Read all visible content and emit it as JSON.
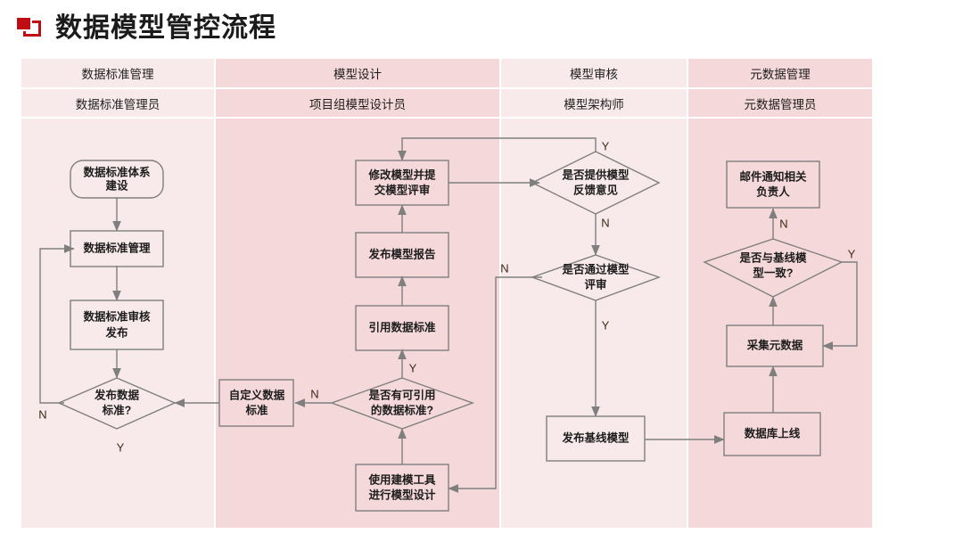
{
  "header": {
    "title": "数据模型管控流程",
    "brand_icon": "two-squares-logo-icon",
    "brand_color": "#c00d13"
  },
  "colors": {
    "lane_light": "#f8eaea",
    "lane_dark": "#f5d8da",
    "node_stroke": "#7f7f7f",
    "text": "#1c1c1c",
    "label": "#3a2a14"
  },
  "swimlanes": {
    "columns": [
      {
        "phase": "数据标准管理",
        "role": "数据标准管理员",
        "shade": "light"
      },
      {
        "phase": "模型设计",
        "role": "项目组模型设计员",
        "shade": "dark"
      },
      {
        "phase": "模型审核",
        "role": "模型架构师",
        "shade": "light"
      },
      {
        "phase": "元数据管理",
        "role": "元数据管理员",
        "shade": "dark"
      }
    ]
  },
  "chart_data": {
    "type": "diagram",
    "diagram_kind": "swimlane-flowchart",
    "title": "数据模型管控流程",
    "lanes": [
      "数据标准管理",
      "模型设计",
      "模型审核",
      "元数据管理"
    ],
    "lane_roles": [
      "数据标准管理员",
      "项目组模型设计员",
      "模型架构师",
      "元数据管理员"
    ],
    "nodes": [
      {
        "id": "n1",
        "lane": 0,
        "shape": "rounded",
        "text_lines": [
          "数据标准体系",
          "建设"
        ]
      },
      {
        "id": "n2",
        "lane": 0,
        "shape": "process",
        "text_lines": [
          "数据标准管理"
        ]
      },
      {
        "id": "n3",
        "lane": 0,
        "shape": "process",
        "text_lines": [
          "数据标准审核",
          "发布"
        ]
      },
      {
        "id": "n4",
        "lane": 0,
        "shape": "decision",
        "text_lines": [
          "发布数据",
          "标准?"
        ]
      },
      {
        "id": "n5",
        "lane": 1,
        "shape": "process",
        "text_lines": [
          "自定义数据",
          "标准"
        ]
      },
      {
        "id": "n6",
        "lane": 1,
        "shape": "decision",
        "text_lines": [
          "是否有可引用",
          "的数据标准?"
        ]
      },
      {
        "id": "n7",
        "lane": 1,
        "shape": "process",
        "text_lines": [
          "引用数据标准"
        ]
      },
      {
        "id": "n8",
        "lane": 1,
        "shape": "process",
        "text_lines": [
          "发布模型报告"
        ]
      },
      {
        "id": "n9",
        "lane": 1,
        "shape": "process",
        "text_lines": [
          "修改模型并提",
          "交模型评审"
        ]
      },
      {
        "id": "n10",
        "lane": 1,
        "shape": "process",
        "text_lines": [
          "使用建模工具",
          "进行模型设计"
        ]
      },
      {
        "id": "n11",
        "lane": 2,
        "shape": "decision",
        "text_lines": [
          "是否提供模型",
          "反馈意见"
        ]
      },
      {
        "id": "n12",
        "lane": 2,
        "shape": "decision",
        "text_lines": [
          "是否通过模型",
          "评审"
        ]
      },
      {
        "id": "n13",
        "lane": 2,
        "shape": "process",
        "text_lines": [
          "发布基线模型"
        ]
      },
      {
        "id": "n14",
        "lane": 3,
        "shape": "process",
        "text_lines": [
          "邮件通知相关",
          "负责人"
        ]
      },
      {
        "id": "n15",
        "lane": 3,
        "shape": "decision",
        "text_lines": [
          "是否与基线模",
          "型一致?"
        ]
      },
      {
        "id": "n16",
        "lane": 3,
        "shape": "process",
        "text_lines": [
          "采集元数据"
        ]
      },
      {
        "id": "n17",
        "lane": 3,
        "shape": "process",
        "text_lines": [
          "数据库上线"
        ]
      }
    ],
    "edges": [
      {
        "from": "n1",
        "to": "n2",
        "label": ""
      },
      {
        "from": "n2",
        "to": "n3",
        "label": ""
      },
      {
        "from": "n3",
        "to": "n4",
        "label": ""
      },
      {
        "from": "n4",
        "to": "n2",
        "label": "N"
      },
      {
        "from": "n4",
        "to": "",
        "label": "Y"
      },
      {
        "from": "n5",
        "to": "n4",
        "label": ""
      },
      {
        "from": "n6",
        "to": "n5",
        "label": "N"
      },
      {
        "from": "n6",
        "to": "n7",
        "label": "Y"
      },
      {
        "from": "n7",
        "to": "n8",
        "label": ""
      },
      {
        "from": "n8",
        "to": "n9",
        "label": ""
      },
      {
        "from": "n9",
        "to": "n11",
        "label": ""
      },
      {
        "from": "n10",
        "to": "n6",
        "label": ""
      },
      {
        "from": "n11",
        "to": "n9",
        "label": "Y"
      },
      {
        "from": "n11",
        "to": "n12",
        "label": "N"
      },
      {
        "from": "n12",
        "to": "n10",
        "label": "N"
      },
      {
        "from": "n12",
        "to": "n13",
        "label": "Y"
      },
      {
        "from": "n13",
        "to": "n17",
        "label": ""
      },
      {
        "from": "n15",
        "to": "n14",
        "label": "N"
      },
      {
        "from": "n15",
        "to": "n16",
        "label": "Y"
      },
      {
        "from": "n16",
        "to": "n15",
        "label": ""
      },
      {
        "from": "n17",
        "to": "n16",
        "label": ""
      }
    ],
    "edge_labels": [
      "N",
      "Y",
      "N",
      "Y",
      "Y",
      "N",
      "N",
      "Y",
      "N",
      "Y"
    ]
  },
  "nodes_text": {
    "n1": "数据标准体系\n建设",
    "n1a": "数据标准体系",
    "n1b": "建设",
    "n2": "数据标准管理",
    "n3a": "数据标准审核",
    "n3b": "发布",
    "n4a": "发布数据",
    "n4b": "标准?",
    "n5a": "自定义数据",
    "n5b": "标准",
    "n6a": "是否有可引用",
    "n6b": "的数据标准?",
    "n7": "引用数据标准",
    "n8": "发布模型报告",
    "n9a": "修改模型并提",
    "n9b": "交模型评审",
    "n10a": "使用建模工具",
    "n10b": "进行模型设计",
    "n11a": "是否提供模型",
    "n11b": "反馈意见",
    "n12a": "是否通过模型",
    "n12b": "评审",
    "n13": "发布基线模型",
    "n14a": "邮件通知相关",
    "n14b": "负责人",
    "n15a": "是否与基线模",
    "n15b": "型一致?",
    "n16": "采集元数据",
    "n17": "数据库上线"
  },
  "labels": {
    "l_n4_no": "N",
    "l_n4_yes": "Y",
    "l_n6_no": "N",
    "l_n6_yes": "Y",
    "l_n11_yes": "Y",
    "l_n11_no": "N",
    "l_n12_no": "N",
    "l_n12_yes": "Y",
    "l_n15_no": "N",
    "l_n15_yes": "Y"
  }
}
